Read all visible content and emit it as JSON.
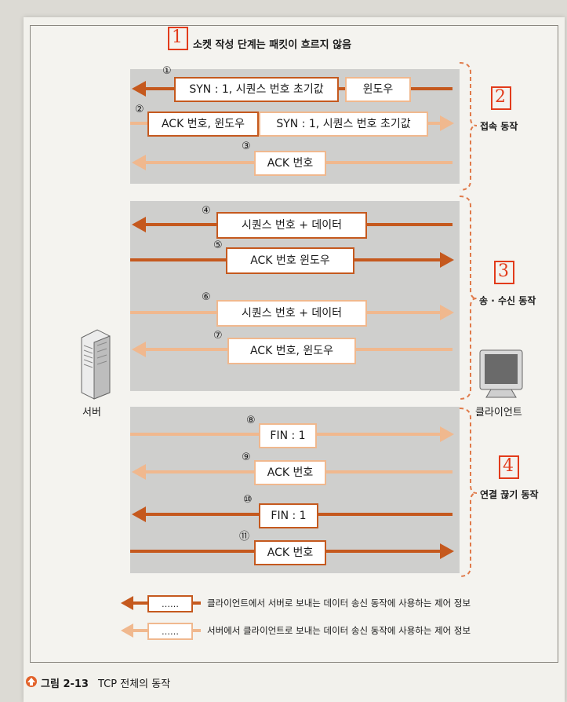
{
  "top_step": {
    "num": "1",
    "text": "소켓 작성 단계는 패킷이 흐르지 않음"
  },
  "stages": [
    {
      "num": "2",
      "label": "접속 동작"
    },
    {
      "num": "3",
      "label": "송 · 수신 동작"
    },
    {
      "num": "4",
      "label": "연결 끊기 동작"
    }
  ],
  "messages": [
    {
      "num": "①",
      "labels": [
        "SYN : 1, 시퀀스 번호 초기값",
        "윈도우"
      ]
    },
    {
      "num": "②",
      "labels": [
        "ACK 번호, 윈도우",
        "SYN : 1, 시퀀스 번호 초기값"
      ]
    },
    {
      "num": "③",
      "labels": [
        "ACK 번호"
      ]
    },
    {
      "num": "④",
      "labels": [
        "시퀀스 번호 + 데이터"
      ]
    },
    {
      "num": "⑤",
      "labels": [
        "ACK 번호 윈도우"
      ]
    },
    {
      "num": "⑥",
      "labels": [
        "시퀀스 번호 + 데이터"
      ]
    },
    {
      "num": "⑦",
      "labels": [
        "ACK 번호, 윈도우"
      ]
    },
    {
      "num": "⑧",
      "labels": [
        "FIN : 1"
      ]
    },
    {
      "num": "⑨",
      "labels": [
        "ACK 번호"
      ]
    },
    {
      "num": "⑩",
      "labels": [
        "FIN : 1"
      ]
    },
    {
      "num": "⑪",
      "labels": [
        "ACK 번호"
      ]
    }
  ],
  "server_label": "서버",
  "client_label": "클라이언트",
  "legend": [
    {
      "box": "……",
      "text": "클라이언트에서 서버로 보내는 데이터 송신 동작에 사용하는 제어 정보"
    },
    {
      "box": "……",
      "text": "서버에서 클라이언트로 보내는 데이터 송신 동작에 사용하는 제어 정보"
    }
  ],
  "caption": {
    "label": "그림 2-13",
    "text": "TCP 전체의 동작"
  },
  "colors": {
    "dark": "#c5591e",
    "light": "#f0b88e",
    "step": "#e23b1b",
    "band": "#cfcfcd"
  }
}
